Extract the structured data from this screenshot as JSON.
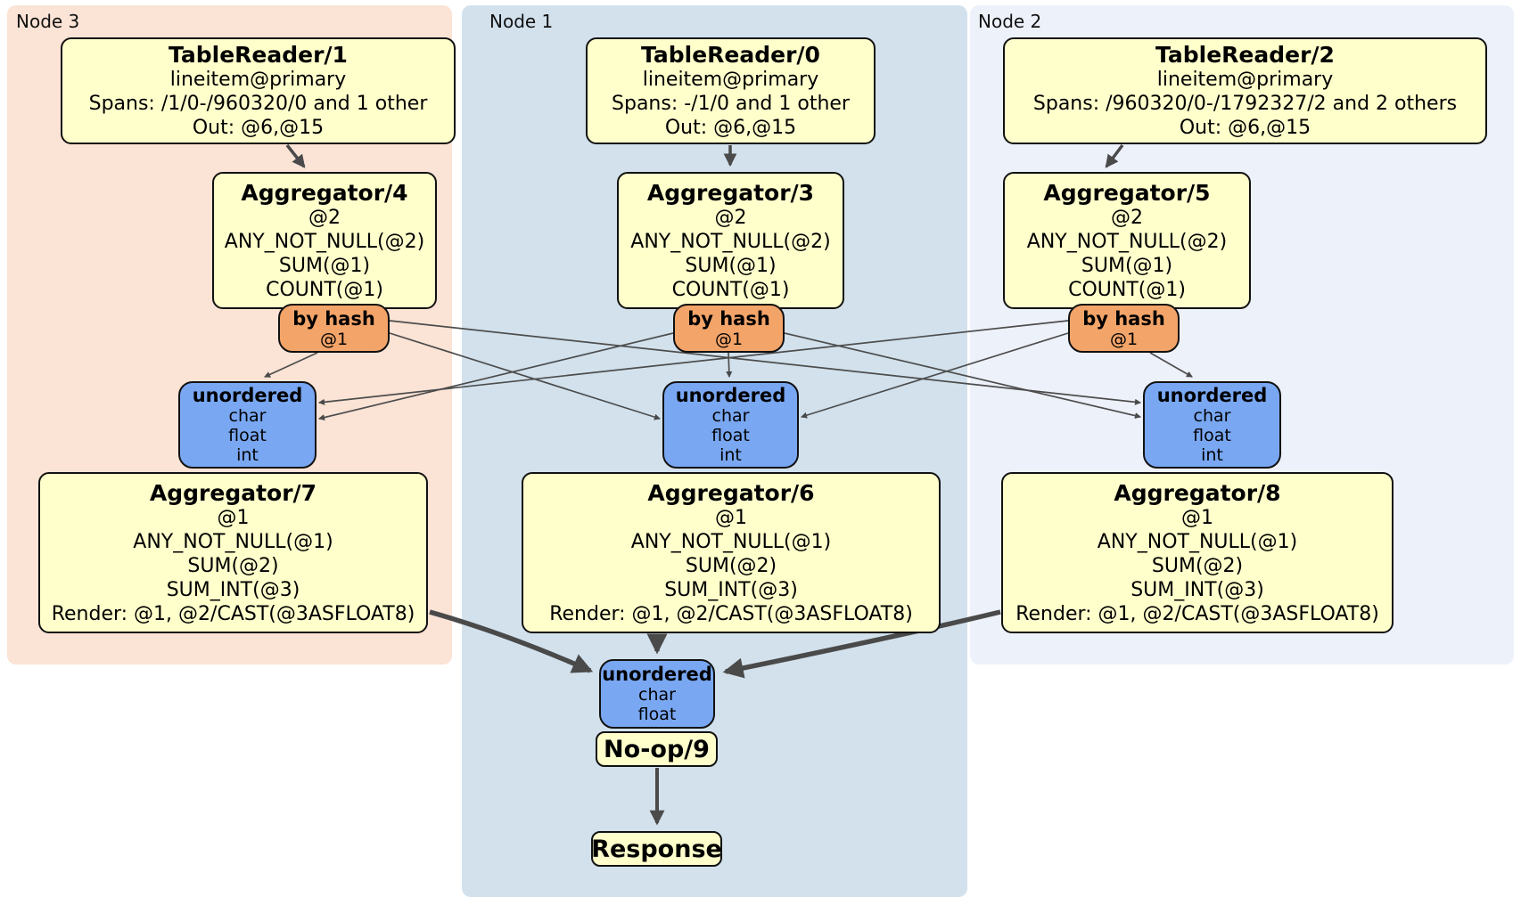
{
  "node_groups": [
    {
      "label": "Node 3"
    },
    {
      "label": "Node 1"
    },
    {
      "label": "Node 2"
    }
  ],
  "processors": {
    "tablereader1": {
      "title": "TableReader/1",
      "lines": [
        "lineitem@primary",
        "Spans: /1/0-/960320/0 and 1 other",
        "Out: @6,@15"
      ]
    },
    "tablereader0": {
      "title": "TableReader/0",
      "lines": [
        "lineitem@primary",
        "Spans: -/1/0 and 1 other",
        "Out: @6,@15"
      ]
    },
    "tablereader2": {
      "title": "TableReader/2",
      "lines": [
        "lineitem@primary",
        "Spans: /960320/0-/1792327/2 and 2 others",
        "Out: @6,@15"
      ]
    },
    "aggregator4": {
      "title": "Aggregator/4",
      "lines": [
        "@2",
        "ANY_NOT_NULL(@2)",
        "SUM(@1)",
        "COUNT(@1)"
      ]
    },
    "aggregator3": {
      "title": "Aggregator/3",
      "lines": [
        "@2",
        "ANY_NOT_NULL(@2)",
        "SUM(@1)",
        "COUNT(@1)"
      ]
    },
    "aggregator5": {
      "title": "Aggregator/5",
      "lines": [
        "@2",
        "ANY_NOT_NULL(@2)",
        "SUM(@1)",
        "COUNT(@1)"
      ]
    },
    "aggregator7": {
      "title": "Aggregator/7",
      "lines": [
        "@1",
        "ANY_NOT_NULL(@1)",
        "SUM(@2)",
        "SUM_INT(@3)",
        "Render: @1, @2/CAST(@3ASFLOAT8)"
      ]
    },
    "aggregator6": {
      "title": "Aggregator/6",
      "lines": [
        "@1",
        "ANY_NOT_NULL(@1)",
        "SUM(@2)",
        "SUM_INT(@3)",
        "Render: @1, @2/CAST(@3ASFLOAT8)"
      ]
    },
    "aggregator8": {
      "title": "Aggregator/8",
      "lines": [
        "@1",
        "ANY_NOT_NULL(@1)",
        "SUM(@2)",
        "SUM_INT(@3)",
        "Render: @1, @2/CAST(@3ASFLOAT8)"
      ]
    },
    "noop9": {
      "title": "No-op/9"
    },
    "response": {
      "title": "Response"
    }
  },
  "routers": [
    {
      "label": "by hash",
      "detail": "@1"
    },
    {
      "label": "by hash",
      "detail": "@1"
    },
    {
      "label": "by hash",
      "detail": "@1"
    }
  ],
  "synchronizers": {
    "mid": [
      {
        "label": "unordered",
        "columns": [
          "char",
          "float",
          "int"
        ]
      },
      {
        "label": "unordered",
        "columns": [
          "char",
          "float",
          "int"
        ]
      },
      {
        "label": "unordered",
        "columns": [
          "char",
          "float",
          "int"
        ]
      }
    ],
    "final": {
      "label": "unordered",
      "columns": [
        "char",
        "float"
      ]
    }
  },
  "colors": {
    "node3_bg": "#fbe3d5",
    "node1_bg": "#d2e1ec",
    "node2_bg": "#edf1fa",
    "processor_fill": "#ffffcc",
    "router_fill": "#f3a469",
    "sync_fill": "#79a7f2",
    "box_border": "#111111",
    "edge": "#4a4a4a"
  }
}
